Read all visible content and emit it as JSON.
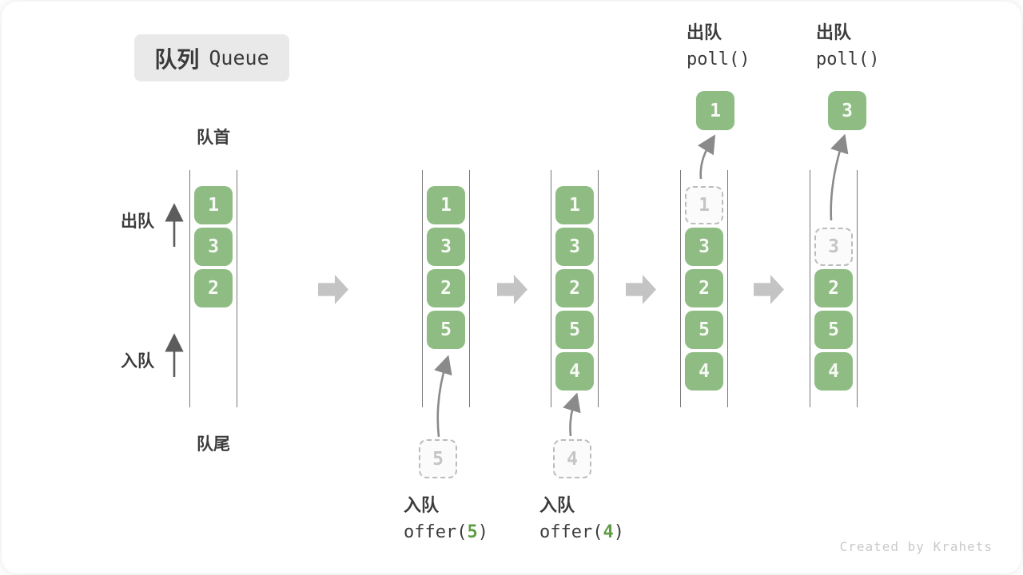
{
  "title": {
    "zh": "队列",
    "en": "Queue"
  },
  "labels": {
    "front": "队首",
    "rear": "队尾",
    "dequeue_side": "出队",
    "enqueue_side": "入队"
  },
  "queues": [
    {
      "slots": [
        {
          "type": "green",
          "value": "1"
        },
        {
          "type": "green",
          "value": "3"
        },
        {
          "type": "green",
          "value": "2"
        }
      ]
    },
    {
      "slots": [
        {
          "type": "green",
          "value": "1"
        },
        {
          "type": "green",
          "value": "3"
        },
        {
          "type": "green",
          "value": "2"
        },
        {
          "type": "green",
          "value": "5"
        }
      ]
    },
    {
      "slots": [
        {
          "type": "green",
          "value": "1"
        },
        {
          "type": "green",
          "value": "3"
        },
        {
          "type": "green",
          "value": "2"
        },
        {
          "type": "green",
          "value": "5"
        },
        {
          "type": "green",
          "value": "4"
        }
      ]
    },
    {
      "slots": [
        {
          "type": "dashed",
          "value": "1"
        },
        {
          "type": "green",
          "value": "3"
        },
        {
          "type": "green",
          "value": "2"
        },
        {
          "type": "green",
          "value": "5"
        },
        {
          "type": "green",
          "value": "4"
        }
      ]
    },
    {
      "slots": [
        {
          "type": "empty",
          "value": ""
        },
        {
          "type": "dashed",
          "value": "3"
        },
        {
          "type": "green",
          "value": "2"
        },
        {
          "type": "green",
          "value": "5"
        },
        {
          "type": "green",
          "value": "4"
        }
      ]
    }
  ],
  "enqueue_ops": [
    {
      "label": "入队",
      "code_pre": "offer(",
      "arg": "5",
      "code_post": ")",
      "ghost_value": "5"
    },
    {
      "label": "入队",
      "code_pre": "offer(",
      "arg": "4",
      "code_post": ")",
      "ghost_value": "4"
    }
  ],
  "dequeue_ops": [
    {
      "label": "出队",
      "code": "poll()",
      "value": "1"
    },
    {
      "label": "出队",
      "code": "poll()",
      "value": "3"
    }
  ],
  "watermark": "Created by Krahets",
  "colors": {
    "box-green": "#8ebc83",
    "accent-green": "#5f9e45",
    "block-arrow-gray": "#c4c4c4",
    "ghost-gray": "#c5c5c5",
    "text-dark": "#3c3c3c"
  }
}
